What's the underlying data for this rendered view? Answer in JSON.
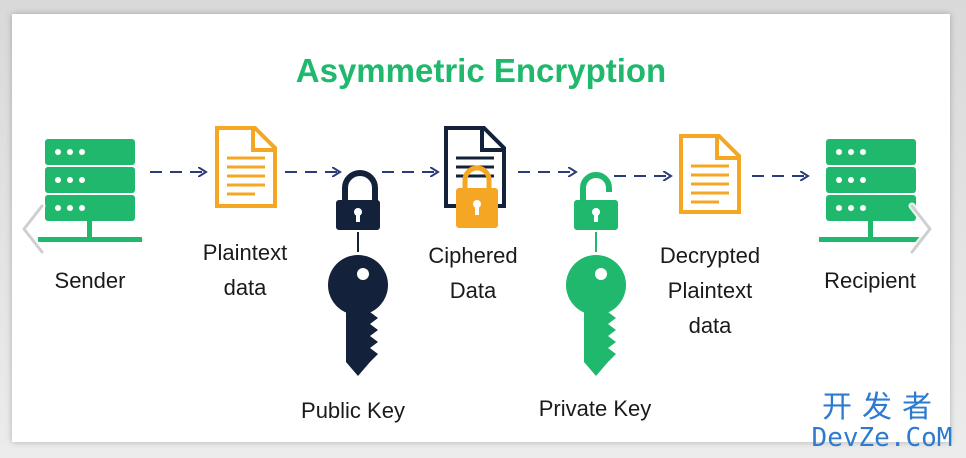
{
  "title": "Asymmetric Encryption",
  "labels": {
    "sender": "Sender",
    "plaintext": "Plaintext\ndata",
    "public_key": "Public Key",
    "ciphered": "Ciphered\nData",
    "private_key": "Private Key",
    "decrypted": "Decrypted\nPlaintext\ndata",
    "recipient": "Recipient"
  },
  "watermark": {
    "cn": "开发者",
    "en": "DevZe.CoM"
  },
  "colors": {
    "green": "#1fb86c",
    "orange": "#f5a623",
    "navy": "#14213a",
    "arrow": "#2a3a7a",
    "title": "#1fb86c"
  },
  "icons": {
    "sender": "server-icon",
    "plaintext": "document-icon",
    "public_lock": "locked-padlock-icon",
    "public_key": "key-icon",
    "ciphered": "locked-document-icon",
    "private_lock": "unlocked-padlock-icon",
    "private_key": "key-icon",
    "decrypted": "document-icon",
    "recipient": "server-icon"
  }
}
